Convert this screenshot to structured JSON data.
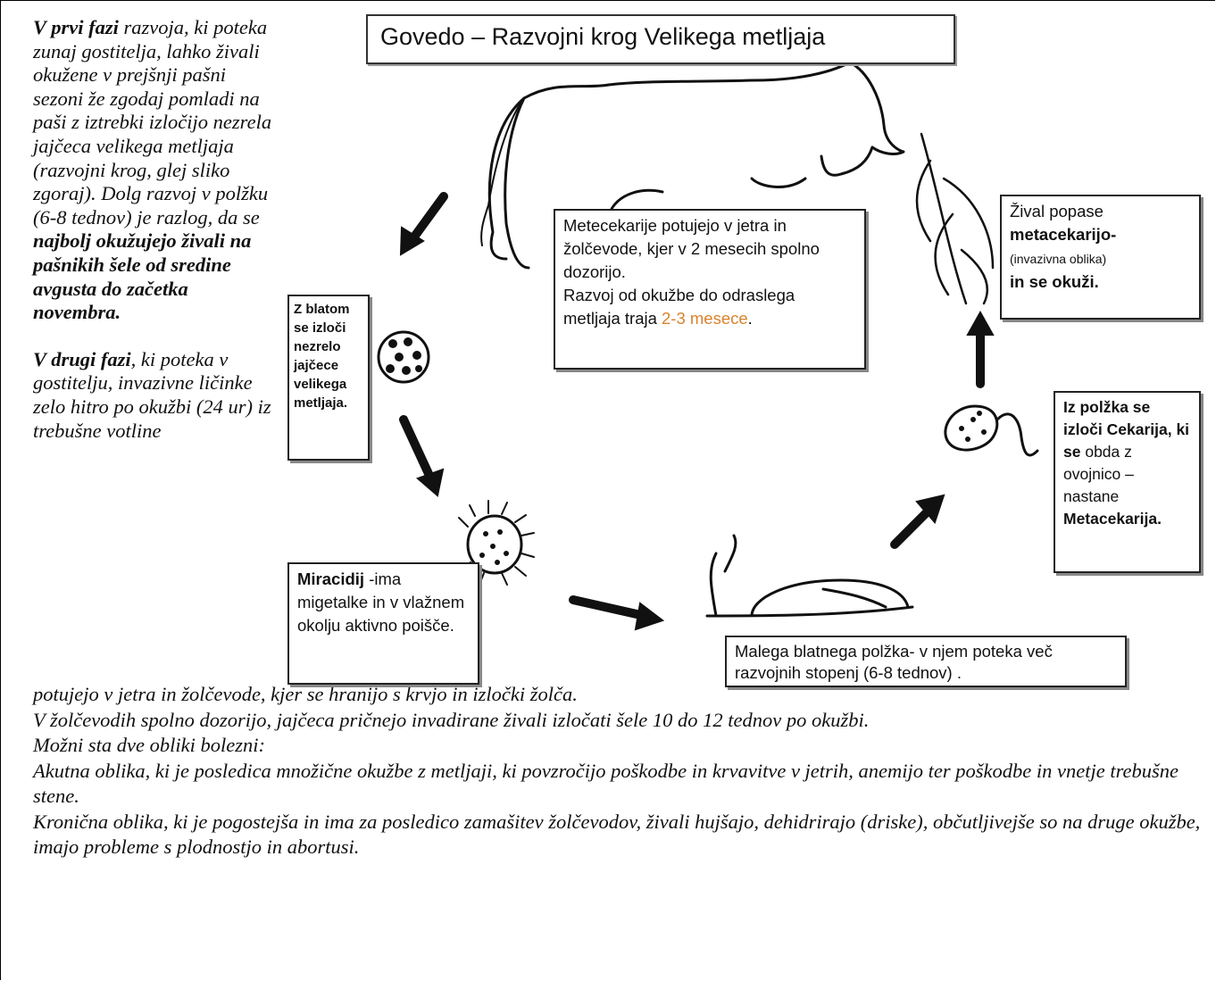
{
  "left_column": {
    "p1_bold": "V prvi fazi",
    "p1_text": " razvoja, ki poteka zunaj gostitelja, lahko živali okužene v prejšnji pašni sezoni že zgodaj  pomladi na paši z iztrebki izločijo nezrela jajčeca velikega metljaja (razvojni krog, glej sliko zgoraj). Dolg razvoj v polžku (6-8 tednov) je razlog, da se ",
    "p1_bold2": "najbolj okužujejo živali na pašnikih šele od sredine avgusta do začetka novembra.",
    "p2_bold": "V drugi fazi",
    "p2_text": ", ki poteka v gostitelju, invazivne ličinke zelo hitro po okužbi (24 ur) iz trebušne votline"
  },
  "bottom_text": {
    "line1": "potujejo v jetra in žolčevode, kjer se hranijo s krvjo in izločki žolča.",
    "line2": "V žolčevodih spolno dozorijo, jajčeca pričnejo invadirane živali izločati šele 10 do 12 tednov po okužbi.",
    "line3": "Možni sta dve obliki bolezni:",
    "line4": "Akutna oblika, ki je posledica množične okužbe z metljaji, ki povzročijo poškodbe in krvavitve v jetrih, anemijo ter poškodbe in vnetje trebušne stene.",
    "line5": "Kronična oblika, ki je pogostejša in ima za posledico zamašitev žolčevodov, živali hujšajo, dehidrirajo (driske), občutljivejše so na druge okužbe, imajo probleme s plodnostjo in abortusi."
  },
  "diagram": {
    "title": "Govedo – Razvojni krog Velikega metljaja",
    "box_center": {
      "text1": "Metecekarije potujejo v jetra in žolčevode, kjer v 2 mesecih spolno dozorijo.",
      "text2": "Razvoj od okužbe do odraslega metljaja traja ",
      "highlight": "2-3 mesece",
      "end": "."
    },
    "box_right_top": {
      "line1": "Žival popase",
      "bold": "metacekarijo-",
      "small": "(invazivna oblika)",
      "bold2": "in se okuži."
    },
    "box_left": "Z blatom se izloči nezrelo jajčece velikega metljaja.",
    "box_right_mid": {
      "bold1": "Iz polžka se izloči Cekarija, ki se",
      "text": " obda z ovojnico – nastane ",
      "bold2": "Metacekarija."
    },
    "box_miracidij": {
      "bold": "Miracidij",
      "text": " -ima migetalke in v vlažnem okolju aktivno poišče."
    },
    "box_snail": "Malega blatnega polžka- v njem poteka več razvojnih stopenj (6-8 tednov) ."
  }
}
